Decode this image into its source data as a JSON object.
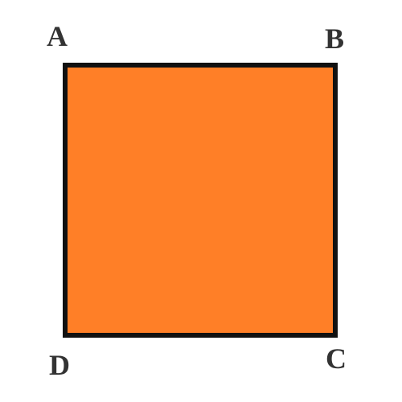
{
  "diagram": {
    "shape": "square",
    "vertices": [
      "A",
      "B",
      "C",
      "D"
    ],
    "labels": {
      "a": "A",
      "b": "B",
      "c": "C",
      "d": "D"
    }
  },
  "colors": {
    "fill": "#ff7f27",
    "stroke": "#111111",
    "label": "#333333",
    "background": "#ffffff"
  }
}
